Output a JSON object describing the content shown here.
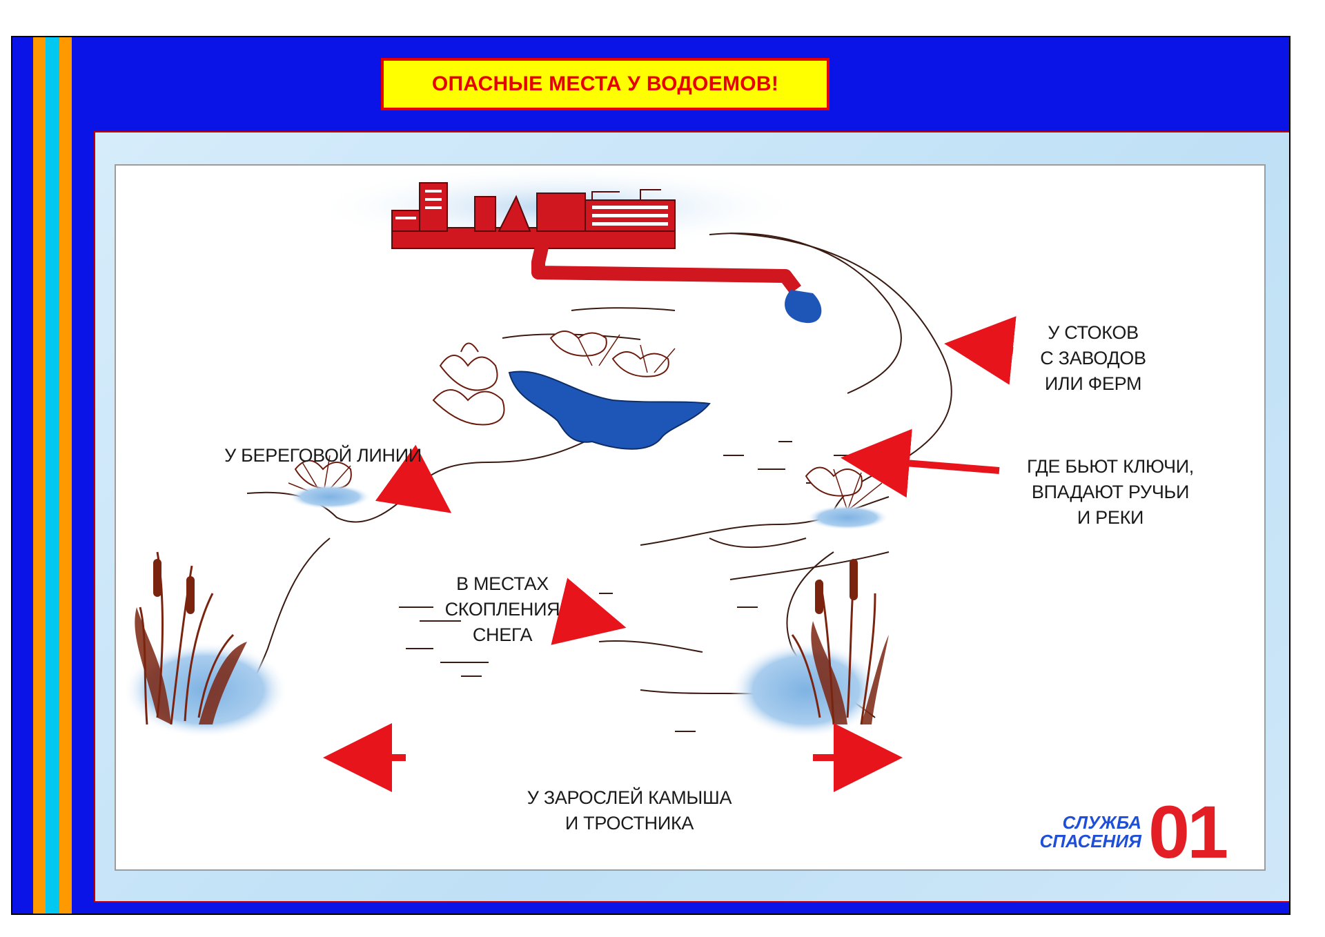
{
  "title": "ОПАСНЫЕ МЕСТА У ВОДОЕМОВ!",
  "labels": {
    "factories": [
      "У СТОКОВ",
      "С ЗАВОДОВ",
      "ИЛИ ФЕРМ"
    ],
    "springs": [
      "ГДЕ БЬЮТ КЛЮЧИ,",
      "ВПАДАЮТ РУЧЬИ",
      "И РЕКИ"
    ],
    "shoreline": [
      "У БЕРЕГОВОЙ ЛИНИИ"
    ],
    "snow": [
      "В МЕСТАХ",
      "СКОПЛЕНИЯ",
      "СНЕГА"
    ],
    "reeds": [
      "У ЗАРОСЛЕЙ КАМЫША",
      "И ТРОСТНИКА"
    ]
  },
  "logo": {
    "line1": "СЛУЖБА",
    "line2": "СПАСЕНИЯ",
    "number": "01"
  },
  "colors": {
    "frame_blue": "#0a14e6",
    "stripe_orange": "#ff9900",
    "stripe_cyan": "#00c8f0",
    "title_bg": "#ffff00",
    "title_text": "#e60000",
    "arrow_red": "#e8141b",
    "water_blue": "#1e56b8",
    "factory_red": "#d0161e",
    "reed_brown": "#7a2410",
    "logo_blue": "#1f4fd8",
    "logo_red": "#e31e24"
  }
}
